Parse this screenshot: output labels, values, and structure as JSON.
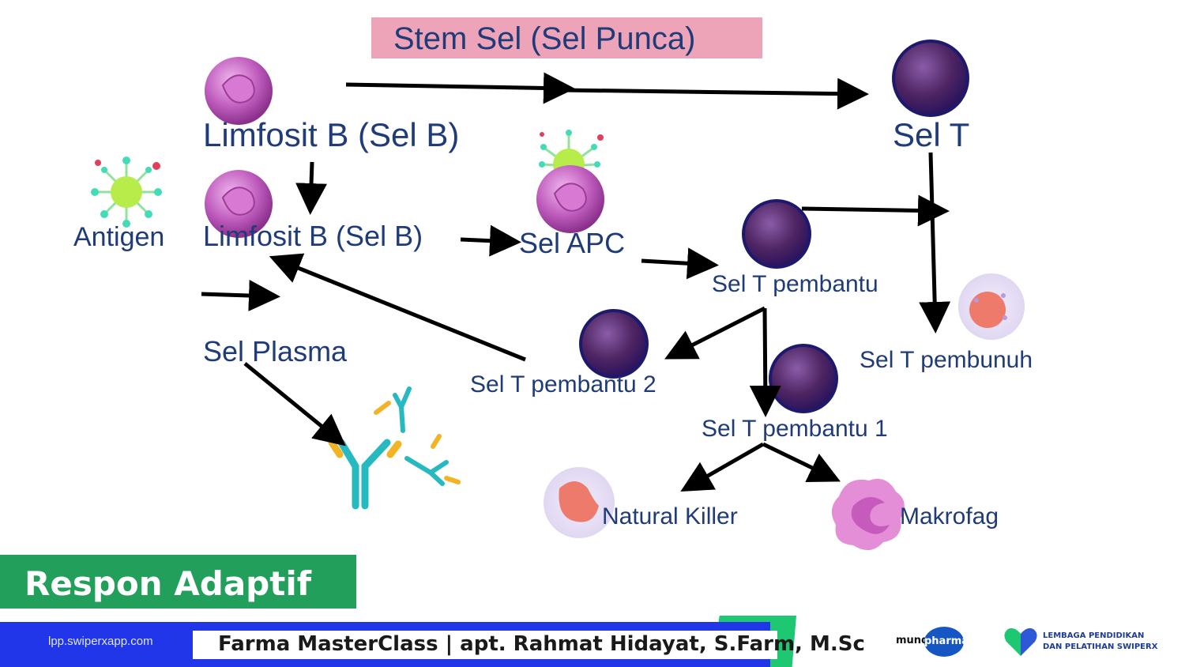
{
  "title": "Stem Sel (Sel Punca)",
  "nodes": {
    "limfosit_b_top": "Limfosit B (Sel B)",
    "sel_t": "Sel T",
    "antigen": "Antigen",
    "limfosit_b_mid": "Limfosit B (Sel B)",
    "sel_apc": "Sel APC",
    "sel_t_pembantu": "Sel T pembantu",
    "sel_plasma": "Sel Plasma",
    "sel_t_pembantu_2": "Sel T pembantu 2",
    "sel_t_pembunuh": "Sel T pembunuh",
    "sel_t_pembantu_1": "Sel T pembantu 1",
    "natural_killer": "Natural Killer",
    "makrofag": "Makrofag"
  },
  "section_label": "Respon Adaptif",
  "footer": {
    "url": "lpp.swiperxapp.com",
    "credit": "Farma MasterClass | apt. Rahmat Hidayat, S.Farm, M.Sc",
    "logo1_word1": "mundi",
    "logo1_word2": "pharma",
    "logo2_line1": "LEMBAGA PENDIDIKAN",
    "logo2_line2": "DAN PELATIHAN SWIPERX"
  },
  "colors": {
    "label_text": "#1f3b78",
    "title_bg": "#eea4b8",
    "section_bg": "#22a05b",
    "footer_blue": "#2136e8",
    "footer_green": "#1ec872",
    "arrow": "#000000"
  },
  "icons": [
    "b-cell-icon",
    "t-cell-icon",
    "antigen-virus-icon",
    "apc-cell-icon",
    "antibody-icon",
    "natural-killer-cell-icon",
    "macrophage-icon",
    "killer-t-cell-icon"
  ]
}
